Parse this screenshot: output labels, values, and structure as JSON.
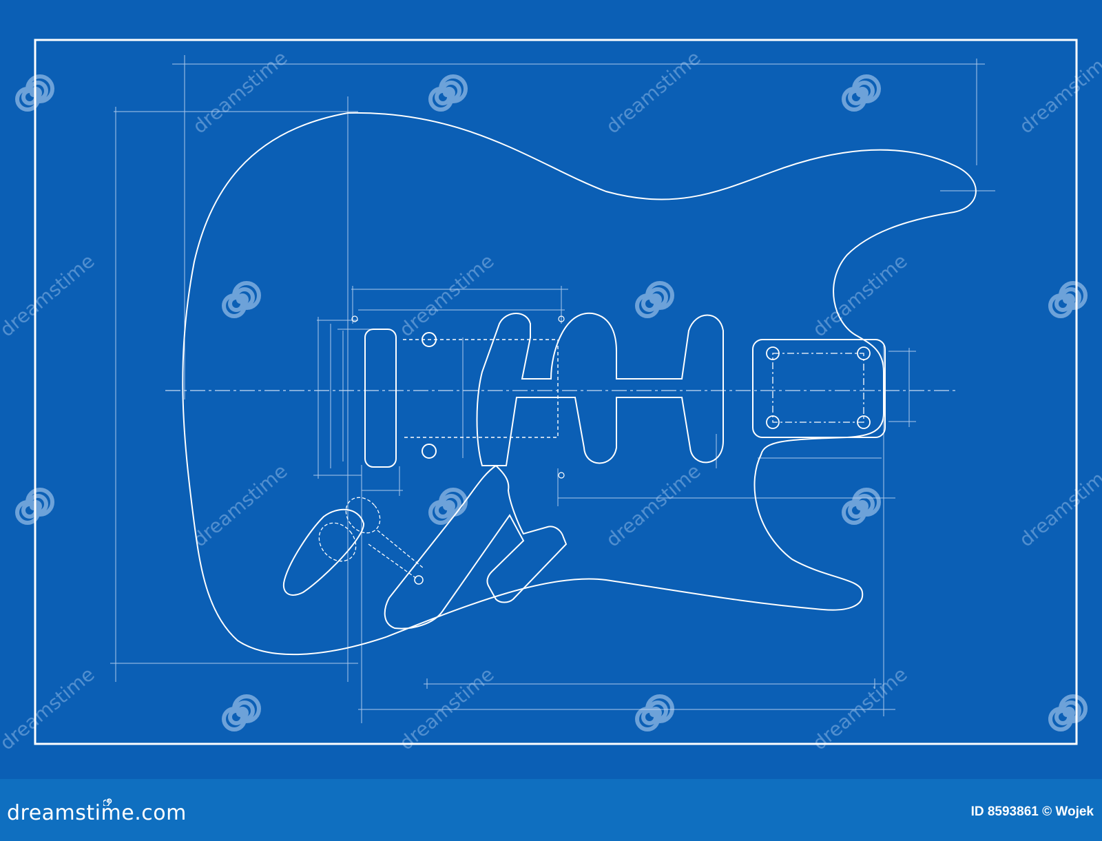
{
  "colors": {
    "background": "#0b5fb5",
    "line": "#ffffff",
    "footer_band": "#0f6fc0",
    "watermark": "#8fb8e6"
  },
  "drawing": {
    "subject": "guitar-body-blueprint"
  },
  "watermark": {
    "text": "dreamstime",
    "logo_icon": "spiral-icon"
  },
  "footer": {
    "brand": "dreamstime.com",
    "credit": "ID 8593861 © Wojek"
  }
}
